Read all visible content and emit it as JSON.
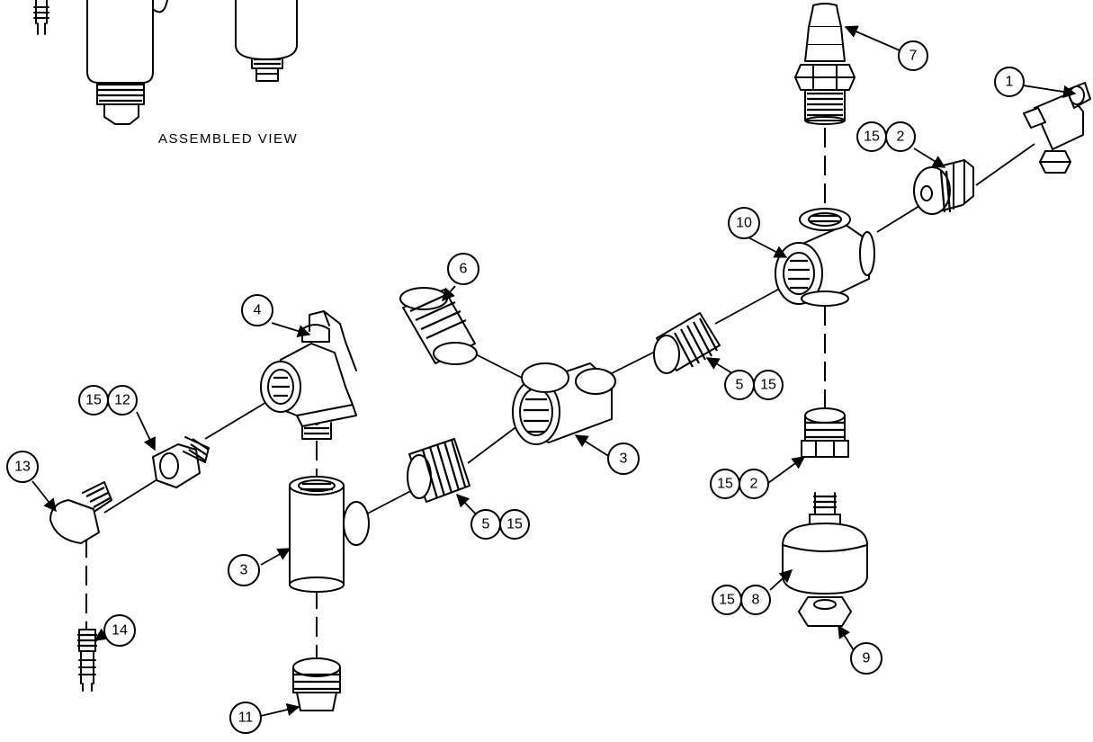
{
  "view_label": "ASSEMBLED VIEW",
  "callouts": {
    "c1": "1",
    "c15_top": "15",
    "c2_top": "2",
    "c7": "7",
    "c10": "10",
    "c6": "6",
    "c4": "4",
    "c5_right": "5",
    "c15_right": "15",
    "c15_12": "15",
    "c12": "12",
    "c13": "13",
    "c3_center": "3",
    "c5_mid": "5",
    "c15_mid": "15",
    "c3_left": "3",
    "c15_2b": "15",
    "c2_bottom": "2",
    "c15_8": "15",
    "c8": "8",
    "c14": "14",
    "c9": "9",
    "c11": "11"
  }
}
